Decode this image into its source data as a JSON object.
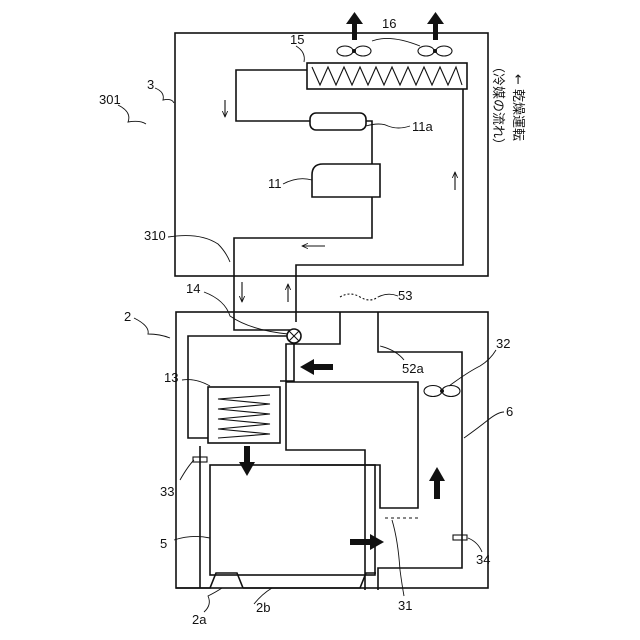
{
  "labels": {
    "l301": "301",
    "l3": "3",
    "l15": "15",
    "l16": "16",
    "l11a": "11a",
    "l11": "11",
    "l310": "310",
    "l14": "14",
    "l53": "53",
    "l2": "2",
    "l32": "32",
    "l52a": "52a",
    "l13": "13",
    "l6": "6",
    "l33": "33",
    "l34": "34",
    "l5": "5",
    "l31": "31",
    "l2a": "2a",
    "l2b": "2b"
  },
  "legend": {
    "title": "（冷媒の流れ）",
    "mode": "← 乾燥運転"
  }
}
